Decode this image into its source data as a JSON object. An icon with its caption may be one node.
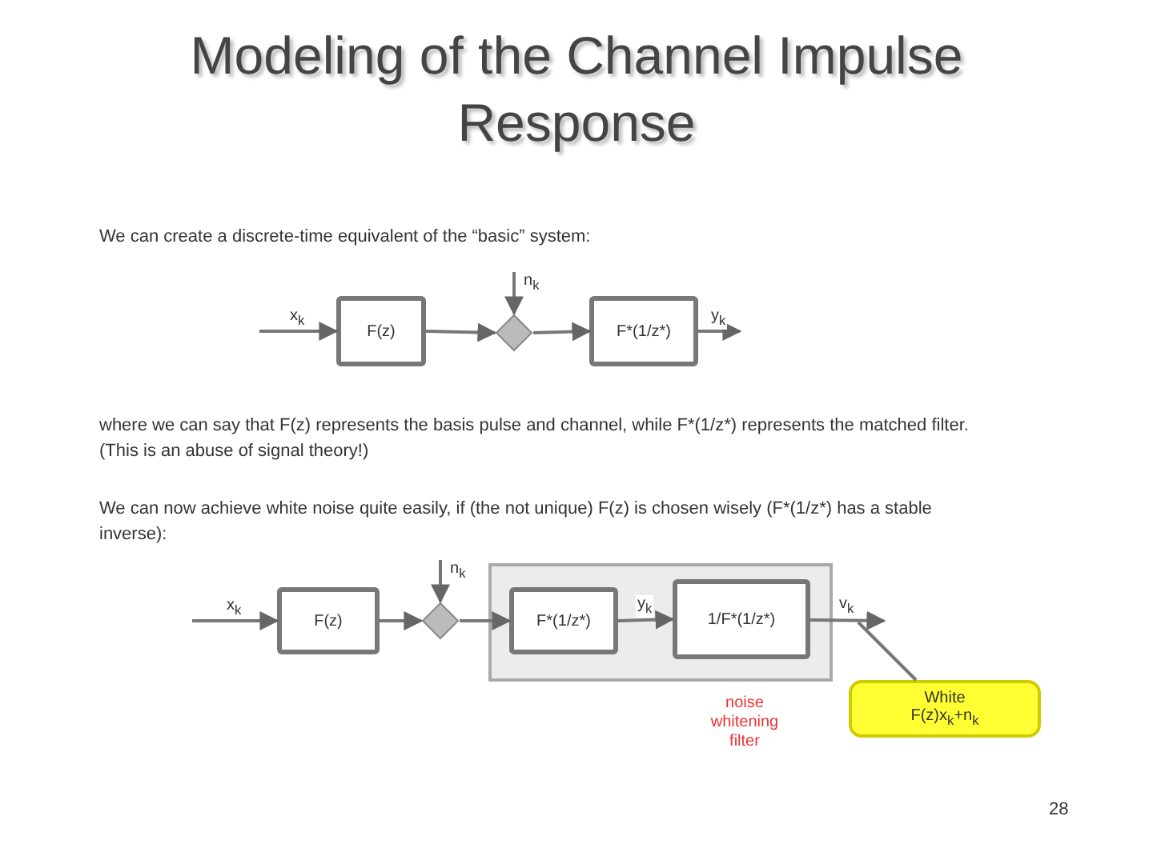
{
  "diagram": {
    "title": "Modeling of the Channel Impulse Response",
    "nodes": [
      {
        "text": [
          "F(z)"
        ]
      },
      {
        "text": [],
        "shape": "diamond"
      },
      {
        "text": [
          "F*(1/z*)"
        ]
      },
      {
        "text": [
          "F(z)"
        ]
      },
      {
        "text": [],
        "shape": "diamond"
      },
      {
        "text": [],
        "shape": "box"
      },
      {
        "text": [
          "F*(1/z*)"
        ],
        "in": 5
      },
      {
        "text": [
          "1/F*(1/z*)"
        ],
        "in": 5,
        "beside": [
          "noise whitening filter"
        ]
      },
      {
        "text": [
          "White",
          "F(z)x$_{k}$+n$_{k}$"
        ]
      }
    ],
    "edges": [
      {
        "from": null,
        "to": 0,
        "arrow": "to",
        "label": "x$_{k}$"
      },
      {
        "from": 0,
        "to": 1,
        "arrow": "to"
      },
      {
        "from": null,
        "to": 1,
        "arrow": "to",
        "label": "n$_{k}$"
      },
      {
        "from": 1,
        "to": 2,
        "arrow": "to"
      },
      {
        "from": 2,
        "to": null,
        "arrow": "to",
        "label": "y$_{k}$"
      },
      {
        "from": null,
        "to": 3,
        "arrow": "to",
        "label": "x$_{k}$"
      },
      {
        "from": 3,
        "to": 4,
        "arrow": "to"
      },
      {
        "from": null,
        "to": 4,
        "arrow": "to",
        "label": "n$_{k}$"
      },
      {
        "from": 4,
        "to": 6,
        "arrow": "to"
      },
      {
        "from": 6,
        "to": 7,
        "arrow": "to",
        "label": "y$_{k}$"
      },
      {
        "from": 7,
        "to": null,
        "arrow": "to",
        "label": "v$_{k}$"
      },
      {
        "from": 8,
        "to": null,
        "arrow": "none"
      }
    ],
    "labels": [
      "We can create a discrete-time equivalent of the “basic” system:",
      "where we can say that F(z) represents the basis pulse and channel, while F*(1/z*) represents the matched filter. (This is an abuse of signal theory!)",
      "We can now achieve white noise quite easily, if (the not unique) F(z) is chosen wisely (F*(1/z*) has a stable inverse):",
      "28"
    ]
  }
}
